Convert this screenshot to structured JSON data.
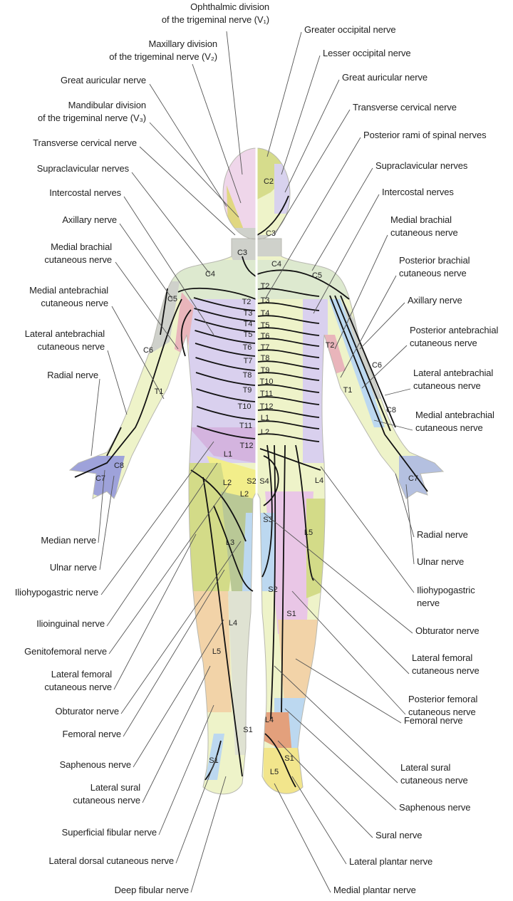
{
  "left_labels": [
    [
      "Ophthalmic division",
      "of the trigeminal nerve (V₁)"
    ],
    [
      "Maxillary division",
      "of the trigeminal nerve (V₂)"
    ],
    [
      "Great auricular nerve"
    ],
    [
      "Mandibular division",
      "of the trigeminal nerve (V₃)"
    ],
    [
      "Transverse cervical nerve"
    ],
    [
      "Supraclavicular nerves"
    ],
    [
      "Intercostal nerves"
    ],
    [
      "Axillary nerve"
    ],
    [
      "Medial brachial",
      "cutaneous nerve"
    ],
    [
      "Medial antebrachial",
      "cutaneous nerve"
    ],
    [
      "Lateral antebrachial",
      "cutaneous nerve"
    ],
    [
      "Radial nerve"
    ],
    [
      "Median nerve"
    ],
    [
      "Ulnar nerve"
    ],
    [
      "Iliohypogastric nerve"
    ],
    [
      "Ilioinguinal nerve"
    ],
    [
      "Genitofemoral nerve"
    ],
    [
      "Lateral femoral",
      "cutaneous nerve"
    ],
    [
      "Obturator nerve"
    ],
    [
      "Femoral nerve"
    ],
    [
      "Saphenous nerve"
    ],
    [
      "Lateral sural",
      "cutaneous nerve"
    ],
    [
      "Superficial fibular nerve"
    ],
    [
      "Lateral dorsal cutaneous nerve"
    ],
    [
      "Deep fibular nerve"
    ]
  ],
  "right_labels": [
    [
      "Greater occipital nerve"
    ],
    [
      "Lesser occipital nerve"
    ],
    [
      "Great auricular nerve"
    ],
    [
      "Transverse cervical nerve"
    ],
    [
      "Posterior rami of spinal nerves"
    ],
    [
      "Supraclavicular nerves"
    ],
    [
      "Intercostal nerves"
    ],
    [
      "Medial brachial",
      "cutaneous nerve"
    ],
    [
      "Posterior brachial",
      "cutaneous nerve"
    ],
    [
      "Axillary nerve"
    ],
    [
      "Posterior antebrachial",
      "cutaneous nerve"
    ],
    [
      "Lateral antebrachial",
      "cutaneous nerve"
    ],
    [
      "Medial antebrachial",
      "cutaneous nerve"
    ],
    [
      "Radial nerve"
    ],
    [
      "Ulnar nerve"
    ],
    [
      "Iliohypogastric",
      "nerve"
    ],
    [
      "Obturator nerve"
    ],
    [
      "Lateral femoral",
      "cutaneous nerve"
    ],
    [
      "Posterior femoral",
      "cutaneous nerve"
    ],
    [
      "Femoral nerve"
    ],
    [
      "Lateral sural",
      "cutaneous nerve"
    ],
    [
      "Saphenous nerve"
    ],
    [
      "Sural nerve"
    ],
    [
      "Lateral plantar nerve"
    ],
    [
      "Medial plantar nerve"
    ]
  ],
  "dermatome_labels_front": [
    "C3",
    "C4",
    "C5",
    "C6",
    "T1",
    "T2",
    "T3",
    "T4",
    "T5",
    "T6",
    "T7",
    "T8",
    "T9",
    "T10",
    "T11",
    "T12",
    "L1",
    "L2",
    "S2",
    "L2",
    "L3",
    "L4",
    "L5",
    "S1",
    "S1",
    "C7",
    "C8"
  ],
  "dermatome_labels_back": [
    "C2",
    "C3",
    "C4",
    "C5",
    "T2",
    "T3",
    "T4",
    "T5",
    "T6",
    "T7",
    "T8",
    "T9",
    "T10",
    "T11",
    "T12",
    "L1",
    "L2",
    "T2",
    "T1",
    "C6",
    "C8",
    "C7",
    "S4",
    "L4",
    "S3",
    "L5",
    "S2",
    "S1",
    "L4",
    "S1",
    "L5"
  ],
  "colors": {
    "skin_base": "#eef3c9",
    "thoracic_front": "#d9d0ee",
    "cervical_grey": "#cfd1cb",
    "shoulder_green": "#dde9cf",
    "pink": "#e9b5bb",
    "hand_purple": "#9ea2da",
    "olive": "#d3db88",
    "blue": "#bcd8f0",
    "peach": "#f2d3a8",
    "rose": "#e9c6e6",
    "nerve_line": "#111111",
    "leader_line": "#555555"
  }
}
